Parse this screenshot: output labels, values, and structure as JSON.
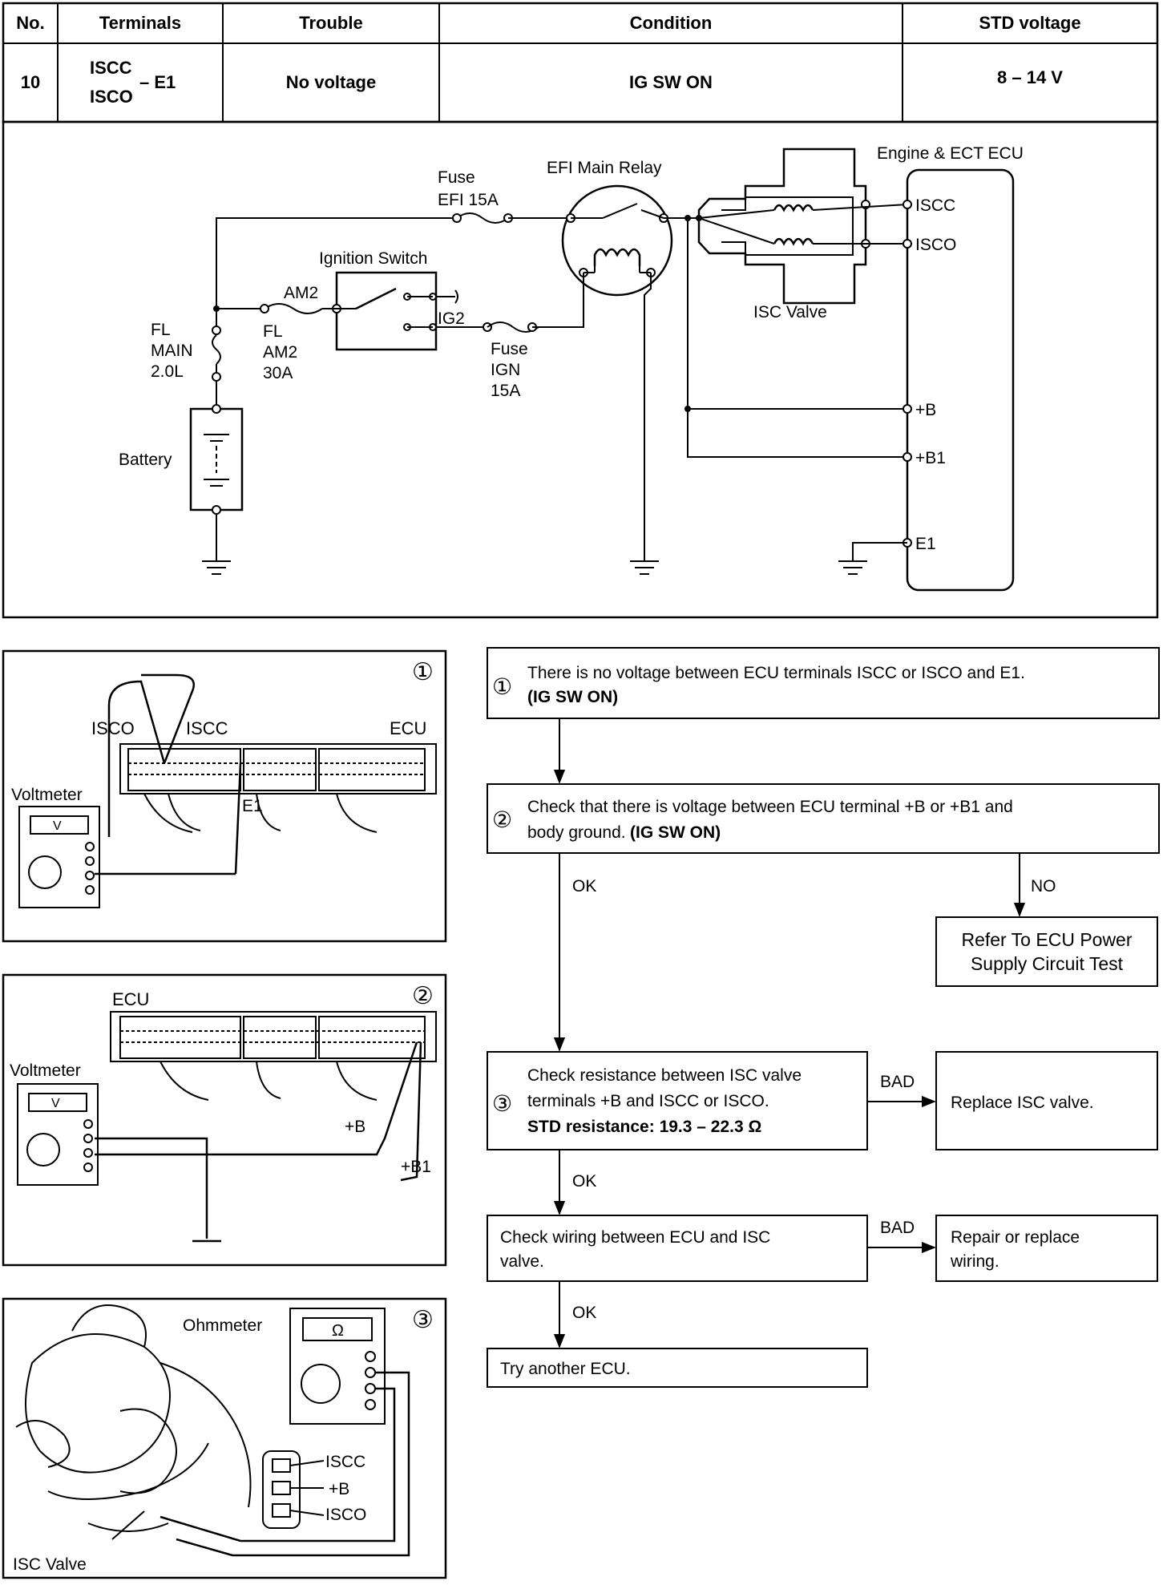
{
  "table": {
    "headers": {
      "no": "No.",
      "terminals": "Terminals",
      "trouble": "Trouble",
      "condition": "Condition",
      "std": "STD voltage"
    },
    "row": {
      "no": "10",
      "terminal_a": "ISCC",
      "terminal_b": "ISCO",
      "terminal_suffix": "– E1",
      "trouble": "No voltage",
      "condition": "IG SW ON",
      "std": "8 – 14 V"
    }
  },
  "circuit": {
    "fuse_efi": "Fuse",
    "fuse_efi_rating": "EFI 15A",
    "efi_main_relay": "EFI Main Relay",
    "ecu": "Engine & ECT ECU",
    "iscc": "ISCC",
    "isco": "ISCO",
    "isc_valve": "ISC Valve",
    "ignition_switch": "Ignition Switch",
    "am2": "AM2",
    "ig2": "IG2",
    "fl_main_1": "FL",
    "fl_main_2": "MAIN",
    "fl_main_3": "2.0L",
    "fl_am2_1": "FL",
    "fl_am2_2": "AM2",
    "fl_am2_3": "30A",
    "fuse_ign_1": "Fuse",
    "fuse_ign_2": "IGN",
    "fuse_ign_3": "15A",
    "battery": "Battery",
    "plus_b": "+B",
    "plus_b1": "+B1",
    "e1": "E1"
  },
  "ill1": {
    "num": "①",
    "isco": "ISCO",
    "iscc": "ISCC",
    "ecu": "ECU",
    "voltmeter": "Voltmeter",
    "v": "V",
    "e1": "E1"
  },
  "ill2": {
    "num": "②",
    "ecu": "ECU",
    "voltmeter": "Voltmeter",
    "v": "V",
    "plus_b": "+B",
    "plus_b1": "+B1"
  },
  "ill3": {
    "num": "③",
    "ohmmeter": "Ohmmeter",
    "ohm": "Ω",
    "iscc": "ISCC",
    "plus_b": "+B",
    "isco": "ISCO",
    "isc_valve": "ISC Valve"
  },
  "flow": {
    "step1_num": "①",
    "step1_line1": "There is no voltage between ECU terminals ISCC or ISCO and E1.",
    "step1_line2": "(IG SW ON)",
    "step2_num": "②",
    "step2_line1": "Check that there is voltage between ECU terminal +B or +B1 and",
    "step2_line2a": "body ground.",
    "step2_line2b": "(IG SW ON)",
    "ok": "OK",
    "no": "NO",
    "bad": "BAD",
    "refer_line1": "Refer To ECU Power",
    "refer_line2": "Supply Circuit Test",
    "step3_num": "③",
    "step3_line1": "Check resistance between ISC valve",
    "step3_line2": "terminals +B and ISCC or ISCO.",
    "step3_line3": "STD resistance:  19.3 – 22.3 Ω",
    "replace_isc": "Replace ISC valve.",
    "wiring_line1": "Check wiring between ECU and ISC",
    "wiring_line2": "valve.",
    "repair_line1": "Repair or replace",
    "repair_line2": "wiring.",
    "try_ecu": "Try another ECU."
  }
}
